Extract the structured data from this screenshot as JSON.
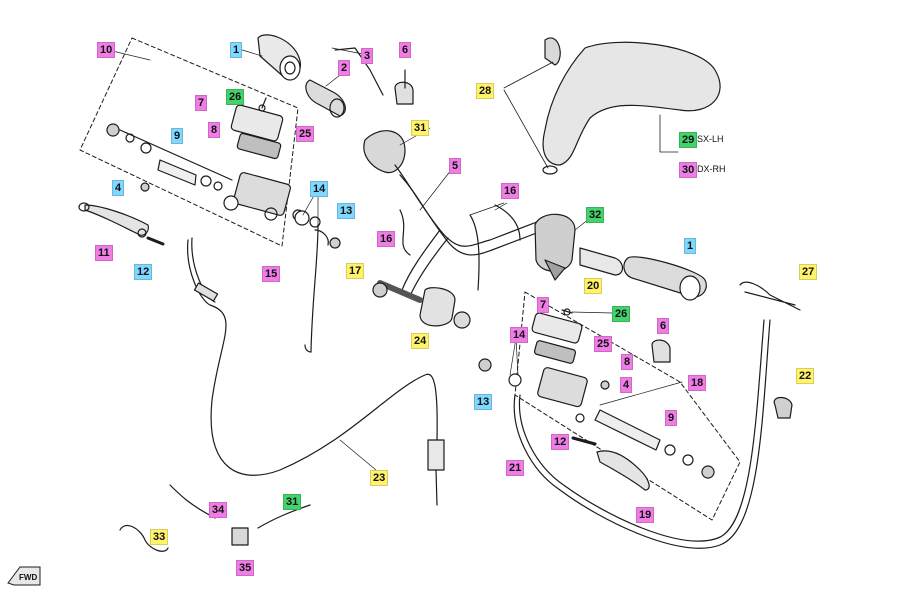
{
  "palette": {
    "magenta": "#f07de6",
    "cyan": "#7fd8ff",
    "yellow": "#fff36b",
    "green": "#44d26b",
    "line": "#1c1c1c"
  },
  "callouts": [
    {
      "id": "c1a",
      "num": "1",
      "color": "cyan"
    },
    {
      "id": "c1b",
      "num": "1",
      "color": "cyan"
    },
    {
      "id": "c2",
      "num": "2",
      "color": "magenta"
    },
    {
      "id": "c3",
      "num": "3",
      "color": "magenta"
    },
    {
      "id": "c4a",
      "num": "4",
      "color": "cyan"
    },
    {
      "id": "c4b",
      "num": "4",
      "color": "magenta"
    },
    {
      "id": "c5",
      "num": "5",
      "color": "magenta"
    },
    {
      "id": "c6a",
      "num": "6",
      "color": "magenta"
    },
    {
      "id": "c6b",
      "num": "6",
      "color": "magenta"
    },
    {
      "id": "c7a",
      "num": "7",
      "color": "magenta"
    },
    {
      "id": "c7b",
      "num": "7",
      "color": "magenta"
    },
    {
      "id": "c8a",
      "num": "8",
      "color": "magenta"
    },
    {
      "id": "c8b",
      "num": "8",
      "color": "magenta"
    },
    {
      "id": "c9a",
      "num": "9",
      "color": "cyan"
    },
    {
      "id": "c9b",
      "num": "9",
      "color": "magenta"
    },
    {
      "id": "c10",
      "num": "10",
      "color": "magenta"
    },
    {
      "id": "c11",
      "num": "11",
      "color": "magenta"
    },
    {
      "id": "c12a",
      "num": "12",
      "color": "cyan"
    },
    {
      "id": "c12b",
      "num": "12",
      "color": "magenta"
    },
    {
      "id": "c13a",
      "num": "13",
      "color": "cyan"
    },
    {
      "id": "c13b",
      "num": "13",
      "color": "cyan"
    },
    {
      "id": "c14a",
      "num": "14",
      "color": "cyan"
    },
    {
      "id": "c14b",
      "num": "14",
      "color": "magenta"
    },
    {
      "id": "c15",
      "num": "15",
      "color": "magenta"
    },
    {
      "id": "c16a",
      "num": "16",
      "color": "magenta"
    },
    {
      "id": "c16b",
      "num": "16",
      "color": "magenta"
    },
    {
      "id": "c17",
      "num": "17",
      "color": "yellow"
    },
    {
      "id": "c18",
      "num": "18",
      "color": "magenta"
    },
    {
      "id": "c19",
      "num": "19",
      "color": "magenta"
    },
    {
      "id": "c20",
      "num": "20",
      "color": "yellow"
    },
    {
      "id": "c21",
      "num": "21",
      "color": "magenta"
    },
    {
      "id": "c22",
      "num": "22",
      "color": "yellow"
    },
    {
      "id": "c23",
      "num": "23",
      "color": "yellow"
    },
    {
      "id": "c24",
      "num": "24",
      "color": "yellow"
    },
    {
      "id": "c25a",
      "num": "25",
      "color": "magenta"
    },
    {
      "id": "c25b",
      "num": "25",
      "color": "magenta"
    },
    {
      "id": "c26a",
      "num": "26",
      "color": "green"
    },
    {
      "id": "c26b",
      "num": "26",
      "color": "green"
    },
    {
      "id": "c27",
      "num": "27",
      "color": "yellow"
    },
    {
      "id": "c28",
      "num": "28",
      "color": "yellow"
    },
    {
      "id": "c29",
      "num": "29",
      "color": "green"
    },
    {
      "id": "c30",
      "num": "30",
      "color": "magenta"
    },
    {
      "id": "c31a",
      "num": "31",
      "color": "yellow"
    },
    {
      "id": "c31b",
      "num": "31",
      "color": "green"
    },
    {
      "id": "c32",
      "num": "32",
      "color": "green"
    },
    {
      "id": "c33",
      "num": "33",
      "color": "yellow"
    },
    {
      "id": "c34",
      "num": "34",
      "color": "magenta"
    },
    {
      "id": "c35",
      "num": "35",
      "color": "magenta"
    }
  ],
  "legend": {
    "sx_label": "SX-LH",
    "dx_label": "DX-RH"
  },
  "fwd_label": "FWD"
}
